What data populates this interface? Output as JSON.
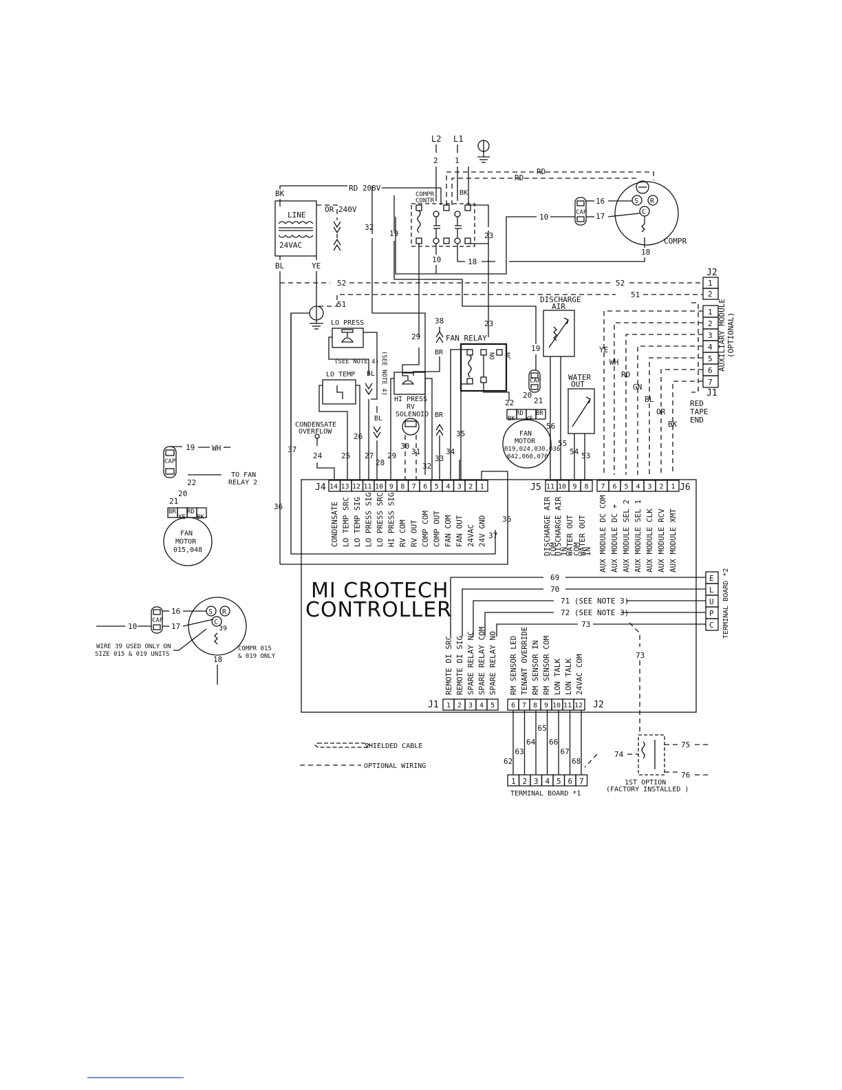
{
  "controller": {
    "line1": "MI CROTECH",
    "line2": "CONTROLLER"
  },
  "power": {
    "l2": "L2",
    "l1": "L1",
    "w2": "2",
    "w1": "1",
    "compr_contr_1": "COMPR",
    "compr_contr_2": "CONTR"
  },
  "transformer": {
    "line": "LINE",
    "v24": "24VAC",
    "bk": "BK",
    "bl": "BL",
    "ye": "YE",
    "rd208": "RD 208V",
    "or240": "OR 240V"
  },
  "top_wires": {
    "rd_a": "RD",
    "rd_b": "RD",
    "bk": "BK",
    "w32": "32",
    "w19": "19",
    "w23": "23",
    "w10a": "10",
    "w10b": "10",
    "w18": "18",
    "w52a": "52",
    "w52b": "52",
    "w51a": "51",
    "w51b": "51"
  },
  "compressor": {
    "label": "COMPR",
    "cap": "CAP",
    "w16": "16",
    "w17": "17",
    "w18": "18",
    "s": "S",
    "r": "R",
    "c": "C"
  },
  "headers": {
    "j2_top": "J2",
    "j1_right": "J1",
    "aux_module_1": "AUXILIARY MODULE",
    "aux_module_2": "(OPTIONAL)",
    "red_tape_1": "RED",
    "red_tape_2": "TAPE",
    "red_tape_3": "END"
  },
  "j2_top_pins": [
    "1",
    "2"
  ],
  "aux_pins": [
    "1",
    "2",
    "3",
    "4",
    "5",
    "6",
    "7"
  ],
  "aux_wire_colors": [
    "YE",
    "WH",
    "RD",
    "GN",
    "BL",
    "OR",
    "BK"
  ],
  "components": {
    "lo_press": "LO PRESS",
    "lo_temp": "LO TEMP",
    "see_note4": "(SEE NOTE 4)",
    "condensate_1": "CONDENSATE",
    "condensate_2": "OVERFLOW",
    "hi_press": "HI PRESS",
    "rv_1": "RV",
    "rv_2": "SOLENOID",
    "fan_relay": "FAN RELAY",
    "no": "NO",
    "nc": "NC",
    "discharge_1": "DISCHARGE",
    "discharge_2": "AIR",
    "water_1": "WATER",
    "water_2": "OUT",
    "fan_motor_1": "FAN",
    "fan_motor_2": "MOTOR",
    "fan_motor_3": "019,024,030,036",
    "fan_motor_4": "042,060,070",
    "cap": "CAP",
    "bl": "BL",
    "br": "BR",
    "rd": "RD",
    "ye": "YE",
    "bk": "BK"
  },
  "wire_numbers": {
    "w38": "38",
    "w29": "29",
    "w23": "23",
    "w19": "19",
    "w20": "20",
    "w21": "21",
    "w22": "22",
    "w56": "56",
    "w55": "55",
    "w54": "54",
    "w53": "53",
    "w24": "24",
    "w25": "25",
    "w26": "26",
    "w27": "27",
    "w28": "28",
    "w29b": "29",
    "w30": "30",
    "w31": "31",
    "w32": "32",
    "w33": "33",
    "w34": "34",
    "w35": "35",
    "w36": "36",
    "w37": "37",
    "w36b": "36",
    "w37b": "37"
  },
  "j4": {
    "label": "J4",
    "pins": [
      "14",
      "13",
      "12",
      "11",
      "10",
      "9",
      "8",
      "7",
      "6",
      "5",
      "4",
      "3",
      "2",
      "1"
    ],
    "signals": [
      "CONDENSATE",
      "LO TEMP SRC",
      "LO TEMP SIG",
      "LO PRESS SIG",
      "LO PRESS SRC",
      "HI PRESS SIG",
      "RV COM",
      "RV OUT",
      "COMP COM",
      "COMP OUT",
      "FAN COM",
      "FAN OUT",
      "24VAC",
      "24V GND"
    ]
  },
  "j5": {
    "label": "J5",
    "pins": [
      "11",
      "10",
      "9",
      "8"
    ],
    "signals": [
      "DISCHARGE AIR",
      "COM",
      "DISCHARGE AIR",
      "IN",
      "WATER OUT",
      "COM",
      "WATER OUT",
      "IN"
    ]
  },
  "j6": {
    "label": "J6",
    "pins": [
      "7",
      "6",
      "5",
      "4",
      "3",
      "2",
      "1"
    ],
    "signals": [
      "AUX MODULE DC COM",
      "AUX MODULE DC +",
      "AUX MODULE SEL 2",
      "AUX MODULE SEL 1",
      "AUX MODULE CLK",
      "AUX MODULE RCV",
      "AUX MODULE XMT"
    ]
  },
  "tb2": {
    "label": "TERMINAL BOARD *2",
    "pins": [
      "E",
      "L",
      "U",
      "P",
      "C"
    ],
    "wires": [
      "69",
      "70",
      "71 (SEE NOTE 3)",
      "72 (SEE NOTE 3)",
      "73"
    ]
  },
  "bottom_j1": {
    "label": "J1",
    "pins": [
      "1",
      "2",
      "3",
      "4",
      "5"
    ],
    "signals": [
      "REMOTE DI SRC",
      "REMOTE DI SIG",
      "SPARE RELAY NC",
      "SPARE RELAY COM",
      "SPARE RELAY NO"
    ]
  },
  "bottom_j2": {
    "label": "J2",
    "pins": [
      "6",
      "7",
      "8",
      "9",
      "10",
      "11",
      "12"
    ],
    "signals": [
      "RM SENSOR LED",
      "TENANT OVERRIDE",
      "RM SENSOR IN",
      "RM SENSOR COM",
      "LON TALK",
      "LON TALK",
      "24VAC COM"
    ]
  },
  "tb1": {
    "label": "TERMINAL BOARD *1",
    "pins": [
      "1",
      "2",
      "3",
      "4",
      "5",
      "6",
      "7"
    ],
    "wires": [
      "62",
      "63",
      "64",
      "65",
      "66",
      "67",
      "68"
    ]
  },
  "option": {
    "w73": "73",
    "w74": "74",
    "w75": "75",
    "w76": "76",
    "line1": "1ST OPTION",
    "line2": "(FACTORY INSTALLED )"
  },
  "legend": {
    "shielded": "SHIELDED CABLE",
    "optional": "OPTIONAL WIRING"
  },
  "left_fan": {
    "w19": "19",
    "wh": "WH",
    "w22": "22",
    "to_fan_1": "TO FAN",
    "to_fan_2": "RELAY 2",
    "w20": "20",
    "w21": "21",
    "cap": "CAP",
    "br": "BR",
    "ye": "YE",
    "rd": "RD",
    "bk": "BK",
    "fan": "FAN",
    "motor": "MOTOR",
    "model": "015,048"
  },
  "left_compr": {
    "w16": "16",
    "w17": "17",
    "w10": "10",
    "w39": "39",
    "w18": "18",
    "cap": "CAP",
    "s": "S",
    "r": "R",
    "c": "C",
    "note_1": "WIRE 39 USED ONLY ON",
    "note_2": "SIZE 015 & 019 UNITS",
    "label_1": "COMPR 015",
    "label_2": "& 019 ONLY"
  }
}
